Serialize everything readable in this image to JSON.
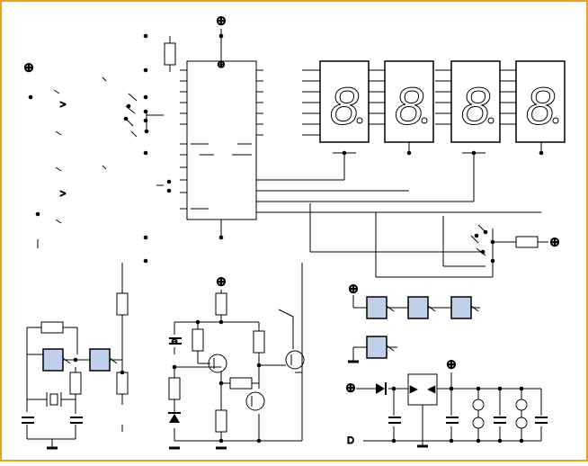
{
  "diagram": {
    "border_color": "#f0a020",
    "wire_color": "#000000",
    "ic_fill": "#c0d0ea",
    "symbols": {
      "plus": "⊕",
      "minus": "⊖",
      "gt": ">",
      "d": "D"
    },
    "seven_seg_digit": "8",
    "display_count": 4,
    "gates": [
      {
        "name": "inverter-gate-1"
      },
      {
        "name": "inverter-gate-2"
      },
      {
        "name": "inverter-gate-3"
      },
      {
        "name": "inverter-gate-4"
      },
      {
        "name": "inverter-gate-5"
      },
      {
        "name": "inverter-gate-6"
      },
      {
        "name": "inverter-gate-7"
      }
    ]
  }
}
